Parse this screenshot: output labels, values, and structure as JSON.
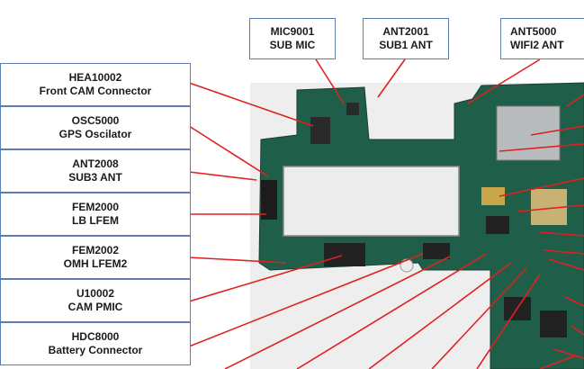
{
  "colors": {
    "leader_line": "#e02020",
    "label_border": "#5b7fb0",
    "pcb": "#1f5f4a",
    "photo_bg": "#eeeeee"
  },
  "left_labels": [
    {
      "code": "HEA10002",
      "desc": "Front CAM Connector"
    },
    {
      "code": "OSC5000",
      "desc": "GPS Oscilator"
    },
    {
      "code": "ANT2008",
      "desc": "SUB3 ANT"
    },
    {
      "code": "FEM2000",
      "desc": "LB LFEM"
    },
    {
      "code": "FEM2002",
      "desc": "OMH LFEM2"
    },
    {
      "code": "U10002",
      "desc": "CAM PMIC"
    },
    {
      "code": "HDC8000",
      "desc": "Battery Connector"
    }
  ],
  "top_labels": [
    {
      "code": "MIC9001",
      "desc": "SUB MIC"
    },
    {
      "code": "ANT2001",
      "desc": "SUB1 ANT"
    },
    {
      "code": "ANT5000",
      "desc": "WIFI2 ANT"
    }
  ]
}
